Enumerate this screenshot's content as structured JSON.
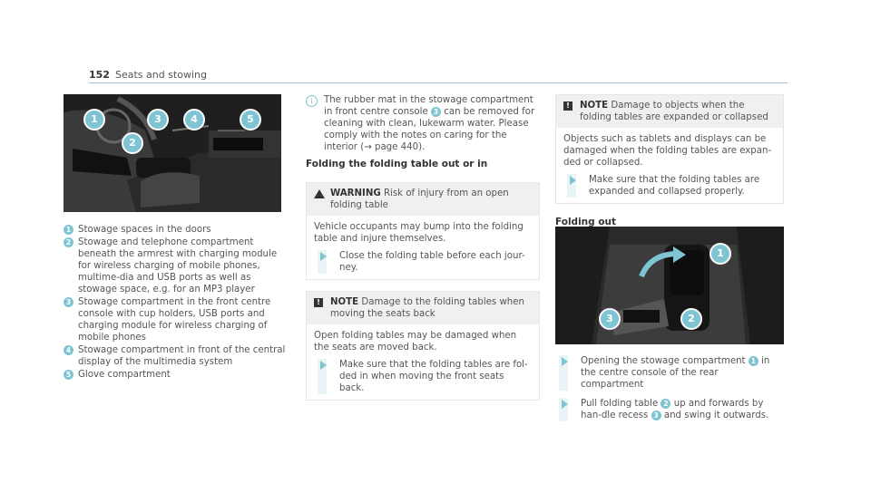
{
  "header": {
    "page_number": "152",
    "section": "Seats and stowing"
  },
  "left": {
    "photo_callouts": [
      "1",
      "2",
      "3",
      "4",
      "5"
    ],
    "legend": [
      {
        "num": "1",
        "text": "Stowage spaces in the doors"
      },
      {
        "num": "2",
        "text": "Stowage and telephone compartment beneath the armrest with charging module for wireless charging of mobile phones, multime-dia and USB ports as well as stowage space, e.g. for an MP3 player"
      },
      {
        "num": "3",
        "text": "Stowage compartment in the front centre console with cup holders, USB ports and charging module for wireless charging of mobile phones"
      },
      {
        "num": "4",
        "text": "Stowage compartment in front of the central display of the multimedia system"
      },
      {
        "num": "5",
        "text": "Glove compartment"
      }
    ]
  },
  "middle": {
    "info_pre": "The rubber mat in the stowage compartment in front centre console",
    "info_num": "3",
    "info_post": "can be removed for cleaning with clean, lukewarm water. Please comply with the notes on caring for the interior (→ page 440).",
    "section_title": "Folding the folding table out or in",
    "warning": {
      "label": "WARNING",
      "head": "Risk of injury from an open folding table",
      "body": "Vehicle occupants may bump into the folding table and injure themselves.",
      "step": "Close the folding table before each jour-ney."
    },
    "note": {
      "label": "NOTE",
      "head": "Damage to the folding tables when moving the seats back",
      "body": "Open folding tables may be damaged when the seats are moved back.",
      "step": "Make sure that the folding tables are fol-ded in when moving the front seats back."
    }
  },
  "right": {
    "note": {
      "label": "NOTE",
      "head": "Damage to objects when the folding tables are expanded or collapsed",
      "body": "Objects such as tablets and displays can be damaged when the folding tables are expan-ded or collapsed.",
      "step": "Make sure that the folding tables are expanded and collapsed properly."
    },
    "section_title": "Folding out",
    "photo_callouts": [
      "1",
      "2",
      "3"
    ],
    "steps": [
      {
        "pre": "Opening the stowage compartment",
        "num": "1",
        "post": "in the centre console of the rear compartment"
      },
      {
        "pre": "Pull folding table",
        "num": "2",
        "mid": "up and forwards by han-dle recess",
        "num2": "3",
        "post": "and swing it outwards."
      }
    ]
  },
  "colors": {
    "accent": "#7fc4d3",
    "rule": "#9bc6cf"
  }
}
